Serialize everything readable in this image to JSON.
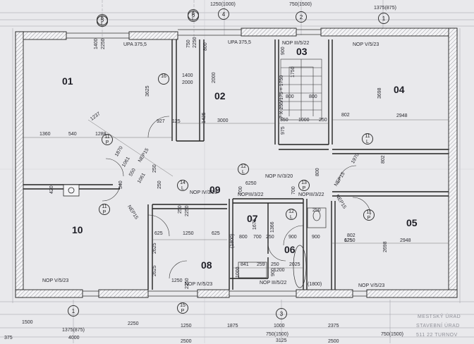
{
  "rooms": [
    "01",
    "02",
    "03",
    "04",
    "05",
    "06",
    "07",
    "08",
    "09",
    "10"
  ],
  "axes": {
    "top": [
      "5",
      "6",
      "4",
      "2",
      "1"
    ],
    "bottom": [
      "1",
      "3"
    ]
  },
  "bubbles": [
    {
      "n": "5",
      "s": "L"
    },
    {
      "n": "6",
      "s": "L"
    },
    {
      "n": "16",
      "s": ""
    },
    {
      "n": "11",
      "s": "P"
    },
    {
      "n": "12",
      "s": "L"
    },
    {
      "n": "13",
      "s": "P"
    },
    {
      "n": "14",
      "s": "L"
    },
    {
      "n": "11",
      "s": "P"
    },
    {
      "n": "12",
      "s": "L"
    },
    {
      "n": "11",
      "s": "L"
    },
    {
      "n": "11",
      "s": "P"
    },
    {
      "n": "15",
      "s": "P"
    }
  ],
  "annotations": [
    "UPA 375,5",
    "UPA 375,5",
    "NOP III/5/22",
    "NOP V/5/23",
    "NOP V/5/23",
    "NOP V/5/23",
    "NOP IV/5/23",
    "NOP III/5/22",
    "NOP IV/3/20",
    "NOP IV/3/20",
    "NOPIII/3/22",
    "NOPIII/3/22",
    "NEP15",
    "NEP15",
    "NEP15",
    "NEP15",
    "7 X 250/175 = 1750",
    "(1800)",
    "(1800)"
  ],
  "dims": [
    "1250(1000)",
    "750(1500)",
    "1375(875)",
    "1400",
    "2250",
    "750",
    "2250",
    "800",
    "1400",
    "2000",
    "2000",
    "900",
    "1750",
    "800",
    "800",
    "3625",
    "1237",
    "1360",
    "540",
    "1288",
    "927",
    "125",
    "1425",
    "3000",
    "350",
    "1000",
    "250",
    "975",
    "3698",
    "802",
    "2948",
    "1870",
    "1061",
    "550",
    "1061",
    "250",
    "540",
    "250",
    "6250",
    "1970",
    "800",
    "802",
    "625",
    "1250",
    "625",
    "700",
    "700",
    "1675",
    "1366",
    "900",
    "900",
    "250",
    "700",
    "800",
    "250",
    "625",
    "1250",
    "2625",
    "2698",
    "802",
    "2948",
    "2625",
    "2250",
    "250",
    "2250",
    "1250",
    "841",
    "259",
    "1000",
    "2025",
    "900",
    "1200",
    "250",
    "420",
    "1500",
    "1375(875)",
    "4000",
    "2250",
    "1250",
    "1875",
    "750(1500)",
    "1000",
    "2375",
    "750(1500)",
    "375",
    "2500",
    "3125",
    "2500"
  ],
  "stamp": [
    "MESTSKÝ ÚRAD",
    "STAVEBNÍ ÚRAD",
    "511 22 TURNOV"
  ]
}
